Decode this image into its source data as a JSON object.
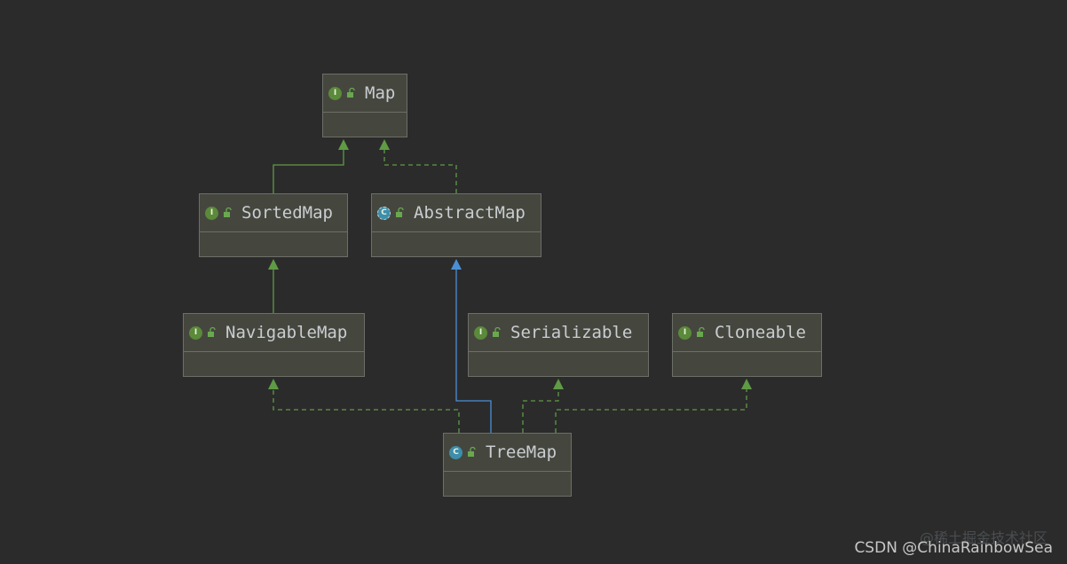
{
  "colors": {
    "background": "#2b2b2b",
    "node_fill": "#45473f",
    "node_border": "#6c6e68",
    "implements_edge": "#5f9a45",
    "extends_class_edge": "#4a8fd6",
    "interface_badge": "#5b8a3a",
    "class_badge": "#3d8eab"
  },
  "nodes": {
    "map": {
      "label": "Map",
      "kind": "interface",
      "badge": "I"
    },
    "sortedmap": {
      "label": "SortedMap",
      "kind": "interface",
      "badge": "I"
    },
    "abstractmap": {
      "label": "AbstractMap",
      "kind": "abstract-class",
      "badge": "C"
    },
    "navigablemap": {
      "label": "NavigableMap",
      "kind": "interface",
      "badge": "I"
    },
    "serializable": {
      "label": "Serializable",
      "kind": "interface",
      "badge": "I"
    },
    "cloneable": {
      "label": "Cloneable",
      "kind": "interface",
      "badge": "I"
    },
    "treemap": {
      "label": "TreeMap",
      "kind": "class",
      "badge": "C"
    }
  },
  "edges": [
    {
      "from": "sortedmap",
      "to": "map",
      "type": "extends"
    },
    {
      "from": "abstractmap",
      "to": "map",
      "type": "implements"
    },
    {
      "from": "navigablemap",
      "to": "sortedmap",
      "type": "extends"
    },
    {
      "from": "treemap",
      "to": "abstractmap",
      "type": "extends-class"
    },
    {
      "from": "treemap",
      "to": "navigablemap",
      "type": "implements"
    },
    {
      "from": "treemap",
      "to": "serializable",
      "type": "implements"
    },
    {
      "from": "treemap",
      "to": "cloneable",
      "type": "implements"
    }
  ],
  "watermark": {
    "line1": "@稀土掘金技术社区",
    "line2": "CSDN @ChinaRainbowSea"
  }
}
